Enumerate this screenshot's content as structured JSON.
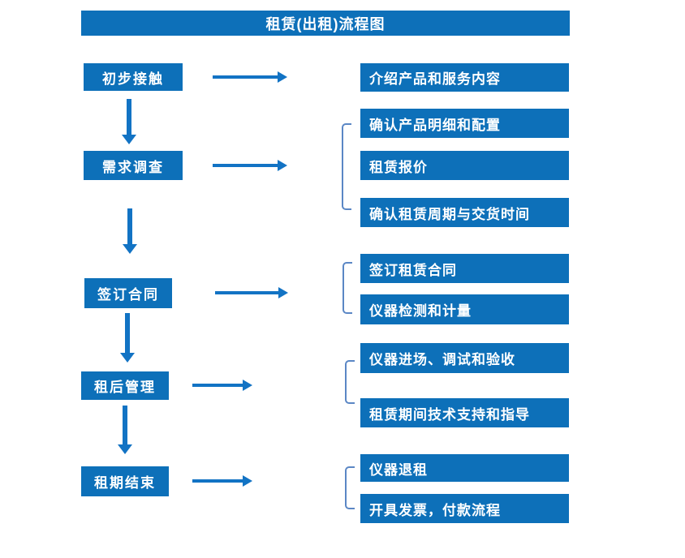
{
  "title": "租赁(出租)流程图",
  "colors": {
    "box_blue": "#0d70b9",
    "arrow_blue": "#1273c4",
    "bracket_blue": "#5b87c5",
    "text_white": "#ffffff"
  },
  "stages": [
    {
      "label": "初步接触",
      "details": [
        "介绍产品和服务内容"
      ]
    },
    {
      "label": "需求调查",
      "details": [
        "确认产品明细和配置",
        "租赁报价",
        "确认租赁周期与交货时间"
      ]
    },
    {
      "label": "签订合同",
      "details": [
        "签订租赁合同",
        "仪器检测和计量"
      ]
    },
    {
      "label": "租后管理",
      "details": [
        "仪器进场、调试和验收",
        "租赁期间技术支持和指导"
      ]
    },
    {
      "label": "租期结束",
      "details": [
        "仪器退租",
        "开具发票，付款流程"
      ]
    }
  ]
}
